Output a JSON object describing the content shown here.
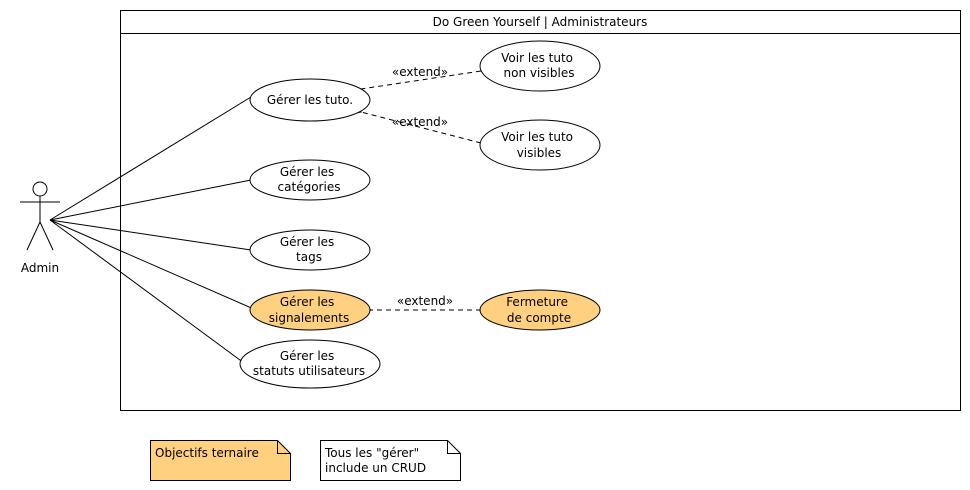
{
  "system": {
    "title": "Do Green Yourself | Administrateurs"
  },
  "actor": {
    "label": "Admin"
  },
  "use_cases": [
    {
      "id": "uc-gerer-tuto",
      "lines": [
        "Gérer les tuto."
      ],
      "highlight": false
    },
    {
      "id": "uc-voir-non-visibles",
      "lines": [
        "Voir les tuto",
        "non visibles"
      ],
      "highlight": false
    },
    {
      "id": "uc-voir-visibles",
      "lines": [
        "Voir les tuto",
        "visibles"
      ],
      "highlight": false
    },
    {
      "id": "uc-gerer-categories",
      "lines": [
        "Gérer les",
        "catégories"
      ],
      "highlight": false
    },
    {
      "id": "uc-gerer-tags",
      "lines": [
        "Gérer les",
        "tags"
      ],
      "highlight": false
    },
    {
      "id": "uc-gerer-signalements",
      "lines": [
        "Gérer les",
        "signalements"
      ],
      "highlight": true
    },
    {
      "id": "uc-fermeture-compte",
      "lines": [
        "Fermeture",
        "de compte"
      ],
      "highlight": true
    },
    {
      "id": "uc-gerer-statuts",
      "lines": [
        "Gérer les",
        "statuts utilisateurs"
      ],
      "highlight": false
    }
  ],
  "relations": {
    "extend_label": "«extend»"
  },
  "notes": [
    {
      "id": "note-objectifs",
      "lines": [
        "Objectifs ternaire"
      ],
      "highlight": true
    },
    {
      "id": "note-crud",
      "lines": [
        "Tous les \"gérer\"",
        "include un CRUD"
      ],
      "highlight": false
    }
  ],
  "colors": {
    "highlight_fill": "#FFD080",
    "default_fill": "#FFFFFF",
    "stroke": "#000000"
  }
}
